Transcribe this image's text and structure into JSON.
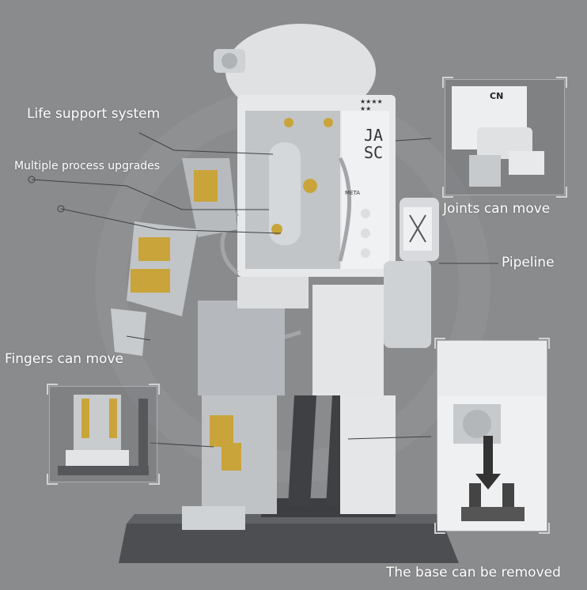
{
  "labels": {
    "life_support": "Life support system",
    "process_upgrades": "Multiple process upgrades",
    "fingers": "Fingers can move",
    "joints": "Joints can move",
    "pipeline": "Pipeline",
    "base": "The base can be removed"
  },
  "model_markings": {
    "backpack_logo_line1": "JA",
    "backpack_logo_line2": "SC",
    "stars": "★★★★\n★★",
    "shoulder_patch": "CN",
    "meta_tag": "META"
  },
  "colors": {
    "background": "#8a8b8d",
    "model_white": "#eceef0",
    "model_gray": "#b9bcc0",
    "gold_accent": "#c9a43a",
    "dark_base": "#4a4c50"
  }
}
